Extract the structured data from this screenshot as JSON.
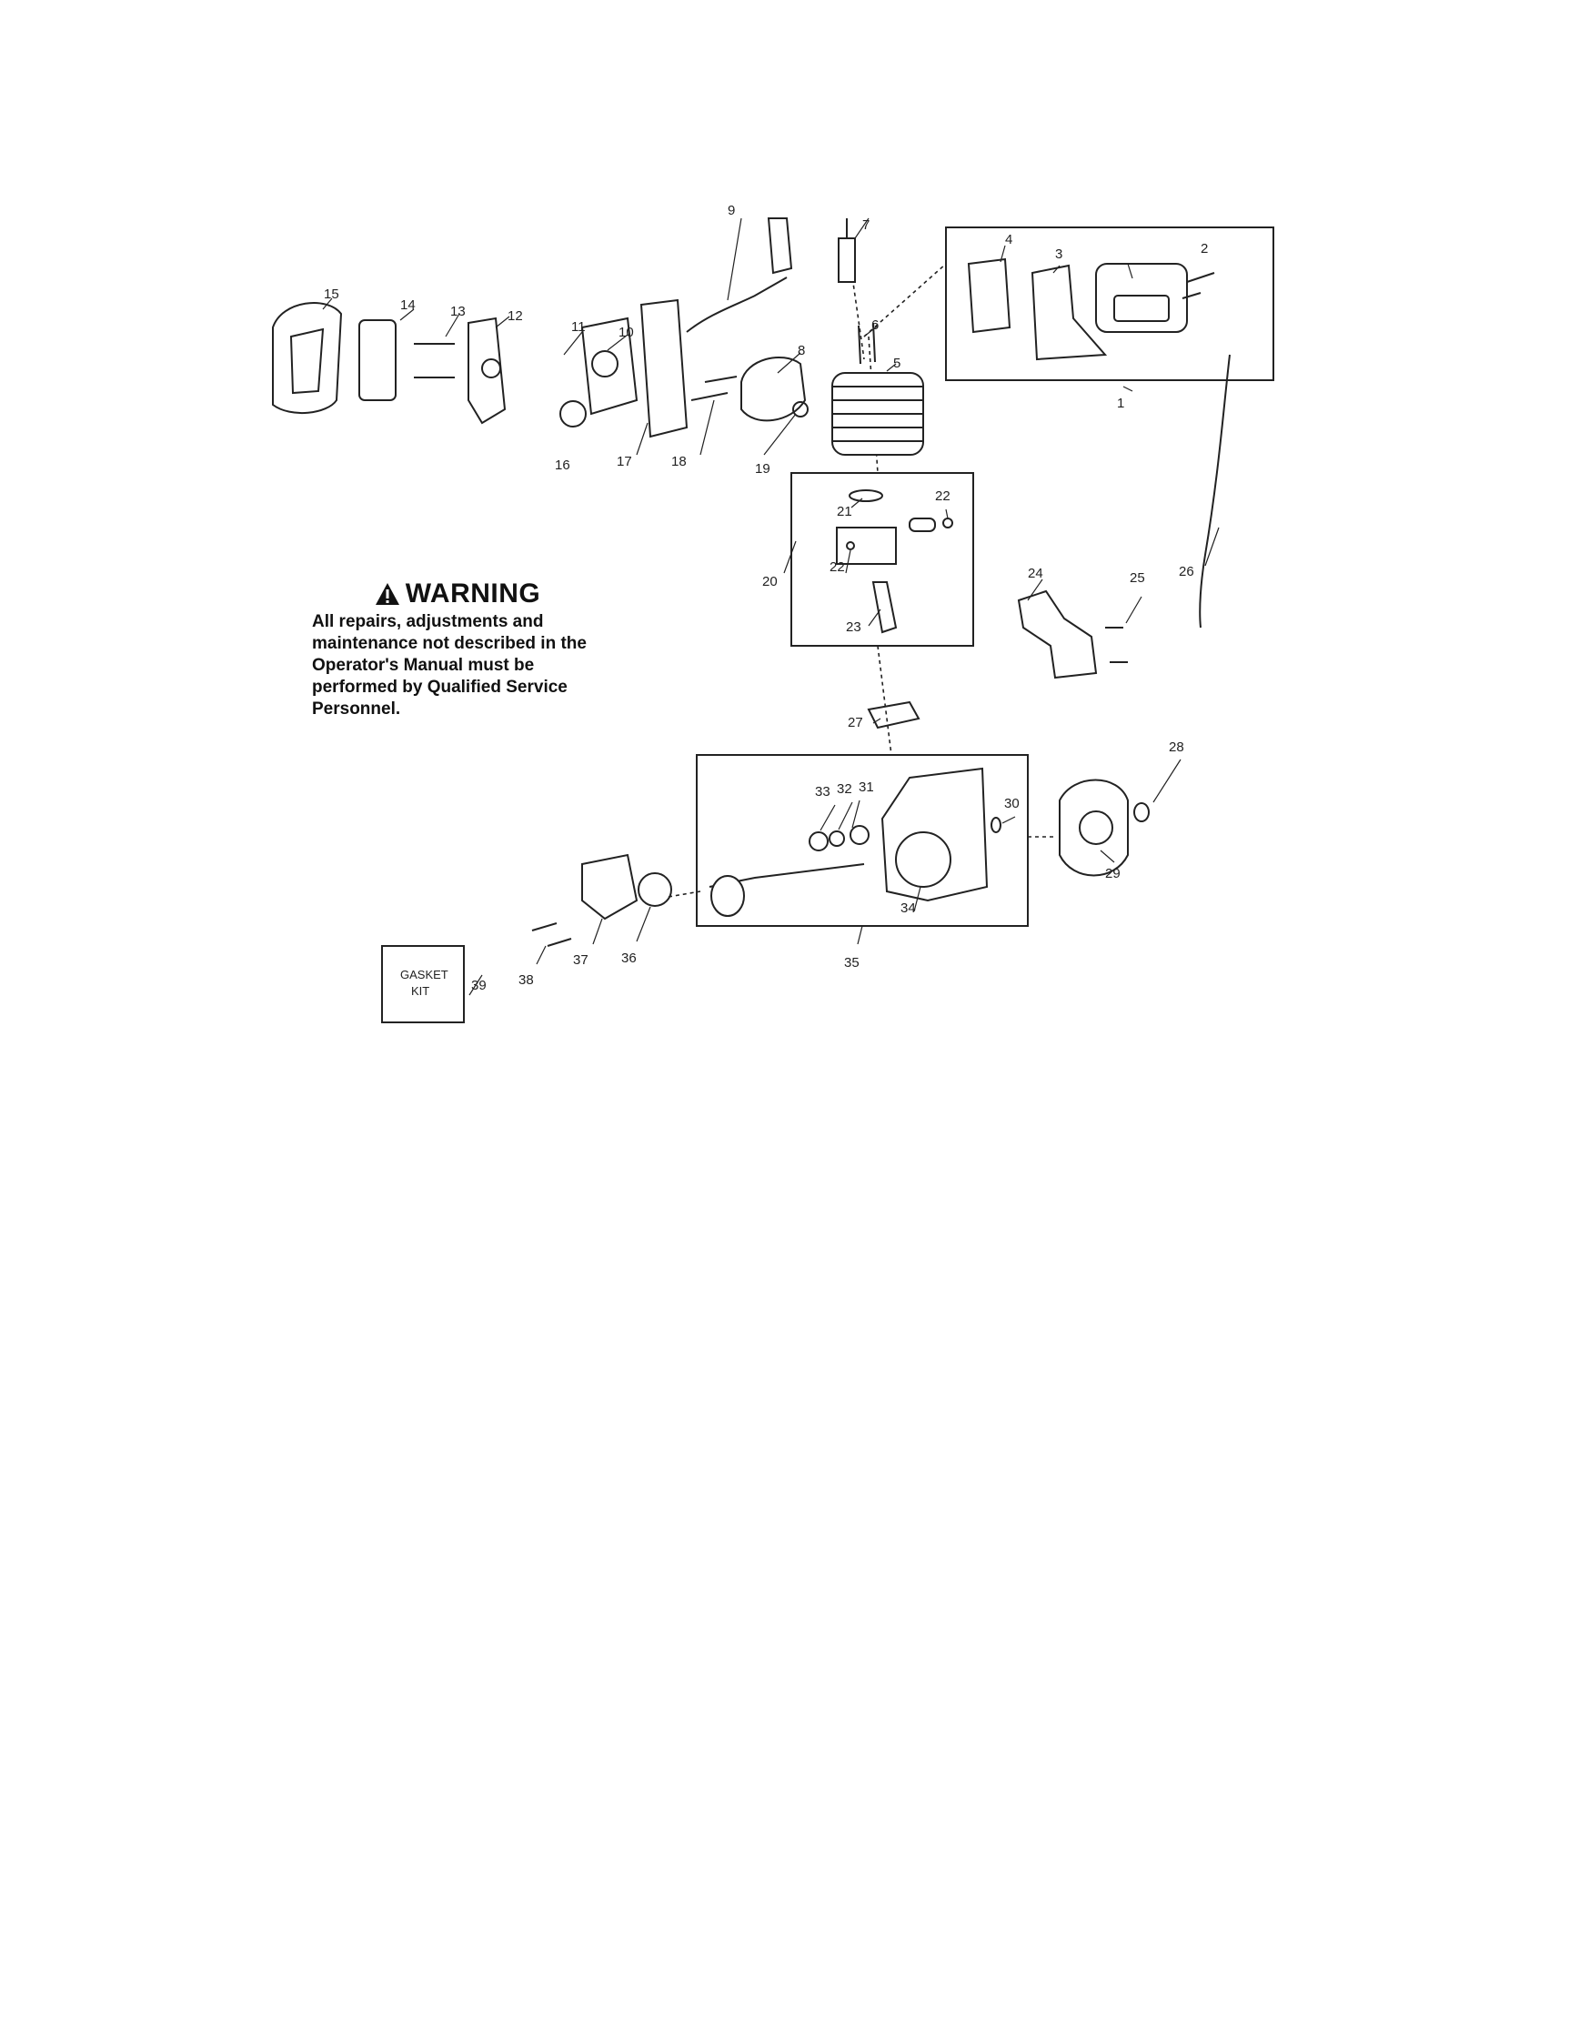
{
  "warning": {
    "title": "WARNING",
    "body": "All repairs, adjustments and maintenance not described in the Operator's Manual must be performed by Qualified Service Personnel."
  },
  "gasket_kit": {
    "line1": "GASKET",
    "line2": "KIT",
    "number": "39"
  },
  "part_numbers": [
    "1",
    "2",
    "3",
    "4",
    "5",
    "6",
    "7",
    "8",
    "9",
    "10",
    "11",
    "12",
    "13",
    "14",
    "15",
    "16",
    "17",
    "18",
    "19",
    "20",
    "21",
    "22",
    "22",
    "23",
    "24",
    "25",
    "26",
    "27",
    "28",
    "29",
    "30",
    "31",
    "32",
    "33",
    "34",
    "35",
    "36",
    "37",
    "38"
  ],
  "colors": {
    "ink": "#222222",
    "paper": "#ffffff"
  }
}
